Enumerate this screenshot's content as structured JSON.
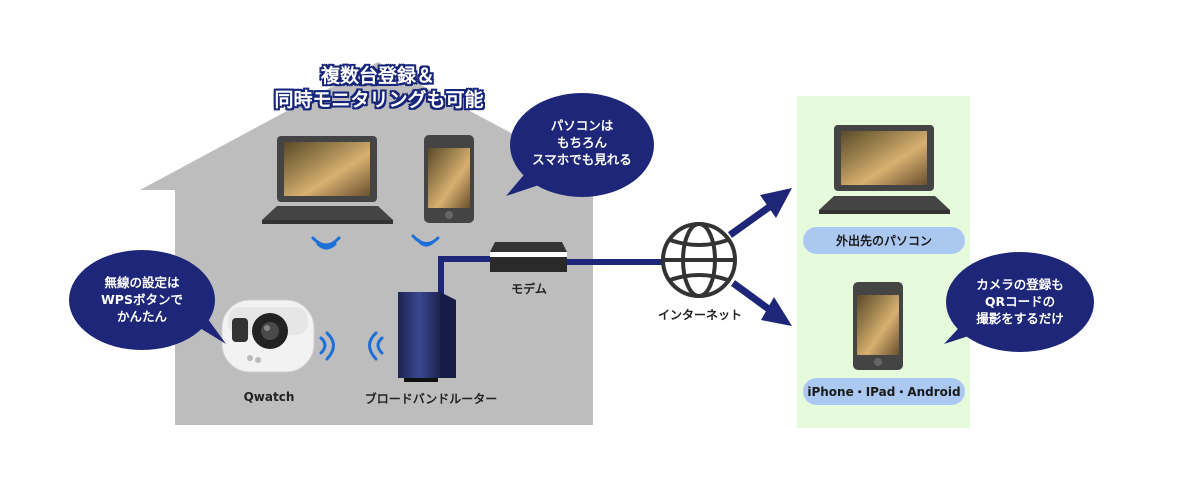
{
  "title": {
    "line1": "複数台登録＆",
    "line2": "同時モニタリングも可能"
  },
  "bubbles": {
    "pc_smartphone": [
      "パソコンは",
      "もちろん",
      "スマホでも見れる"
    ],
    "wps": [
      "無線の設定は",
      "WPSボタンで",
      "かんたん"
    ],
    "qr": [
      "カメラの登録も",
      "QRコードの",
      "撮影をするだけ"
    ]
  },
  "labels": {
    "modem": "モデム",
    "qwatch": "Qwatch",
    "router": "ブロードバンドルーター",
    "internet": "インターネット"
  },
  "outside": {
    "pc_label": "外出先のパソコン",
    "devices_label": "iPhone・IPad・Android"
  },
  "colors": {
    "house": "#bdbdbd",
    "navy": "#1d2678",
    "outside_bg": "#e6fbdb",
    "pill": "#aac8f0",
    "wifi": "#1a6fd8"
  },
  "icons": {
    "laptop": "laptop-icon",
    "tablet": "tablet-icon",
    "camera": "camera-icon",
    "router": "router-icon",
    "modem": "modem-icon",
    "globe": "globe-icon",
    "wifi": "wifi-icon",
    "arrow": "arrow-icon"
  }
}
